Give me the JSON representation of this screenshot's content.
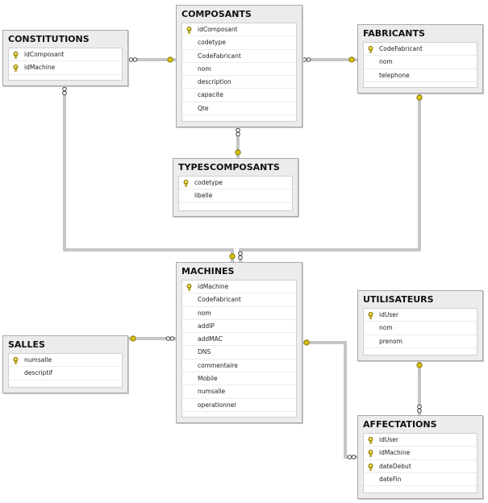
{
  "tables": {
    "constitutions": {
      "name": "CONSTITUTIONS",
      "fields": [
        {
          "name": "idComposant",
          "pk": true
        },
        {
          "name": "idMachine",
          "pk": true
        }
      ]
    },
    "composants": {
      "name": "COMPOSANTS",
      "fields": [
        {
          "name": "idComposant",
          "pk": true
        },
        {
          "name": "codetype",
          "pk": false
        },
        {
          "name": "CodeFabricant",
          "pk": false
        },
        {
          "name": "nom",
          "pk": false
        },
        {
          "name": "description",
          "pk": false
        },
        {
          "name": "capacite",
          "pk": false
        },
        {
          "name": "Qte",
          "pk": false
        }
      ]
    },
    "fabricants": {
      "name": "FABRICANTS",
      "fields": [
        {
          "name": "CodeFabricant",
          "pk": true
        },
        {
          "name": "nom",
          "pk": false
        },
        {
          "name": "telephone",
          "pk": false
        }
      ]
    },
    "typescomposants": {
      "name": "TYPESCOMPOSANTS",
      "fields": [
        {
          "name": "codetype",
          "pk": true
        },
        {
          "name": "libelle",
          "pk": false
        }
      ]
    },
    "machines": {
      "name": "MACHINES",
      "fields": [
        {
          "name": "idMachine",
          "pk": true
        },
        {
          "name": "CodeFabricant",
          "pk": false
        },
        {
          "name": "nom",
          "pk": false
        },
        {
          "name": "addIP",
          "pk": false
        },
        {
          "name": "addMAC",
          "pk": false
        },
        {
          "name": "DNS",
          "pk": false
        },
        {
          "name": "commentaire",
          "pk": false
        },
        {
          "name": "Mobile",
          "pk": false
        },
        {
          "name": "numsalle",
          "pk": false
        },
        {
          "name": "operationnel",
          "pk": false
        }
      ]
    },
    "utilisateurs": {
      "name": "UTILISATEURS",
      "fields": [
        {
          "name": "idUser",
          "pk": true
        },
        {
          "name": "nom",
          "pk": false
        },
        {
          "name": "prenom",
          "pk": false
        }
      ]
    },
    "salles": {
      "name": "SALLES",
      "fields": [
        {
          "name": "numsalle",
          "pk": true
        },
        {
          "name": "descriptif",
          "pk": false
        }
      ]
    },
    "affectations": {
      "name": "AFFECTATIONS",
      "fields": [
        {
          "name": "idUser",
          "pk": true
        },
        {
          "name": "idMachine",
          "pk": true
        },
        {
          "name": "dateDebut",
          "pk": true
        },
        {
          "name": "dateFin",
          "pk": false
        }
      ]
    }
  },
  "relationships": [
    {
      "from": "constitutions",
      "to": "composants"
    },
    {
      "from": "composants",
      "to": "fabricants"
    },
    {
      "from": "composants",
      "to": "typescomposants"
    },
    {
      "from": "constitutions",
      "to": "machines"
    },
    {
      "from": "machines",
      "to": "fabricants"
    },
    {
      "from": "machines",
      "to": "salles"
    },
    {
      "from": "affectations",
      "to": "machines"
    },
    {
      "from": "affectations",
      "to": "utilisateurs"
    }
  ],
  "colors": {
    "key_icon": "#d8c20f",
    "connector": "#8c8c8c",
    "header_bg": "#ececec"
  },
  "icons": {
    "primary_key": "key-icon"
  }
}
